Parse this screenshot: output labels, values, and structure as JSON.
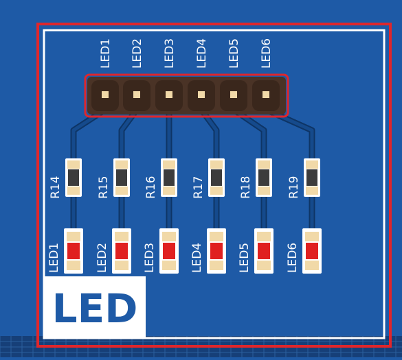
{
  "colors": {
    "board": "#1e5aa6",
    "board_edge": "#163f78",
    "outline_red": "#e0262b",
    "silkscreen": "#ffffff",
    "trace": "#154a8c",
    "trace_edge": "#0e3566",
    "header_body": "#4a3326",
    "pad": "#f1d9a8",
    "resistor_body": "#3c3c3c",
    "led_body": "#e02020"
  },
  "header": {
    "pin_labels": [
      "LED1",
      "LED2",
      "LED3",
      "LED4",
      "LED5",
      "LED6"
    ]
  },
  "resistors": {
    "labels": [
      "R14",
      "R15",
      "R16",
      "R17",
      "R18",
      "R19"
    ]
  },
  "leds": {
    "labels": [
      "LED1",
      "LED2",
      "LED3",
      "LED4",
      "LED5",
      "LED6"
    ]
  },
  "logo": {
    "text": "LED"
  }
}
